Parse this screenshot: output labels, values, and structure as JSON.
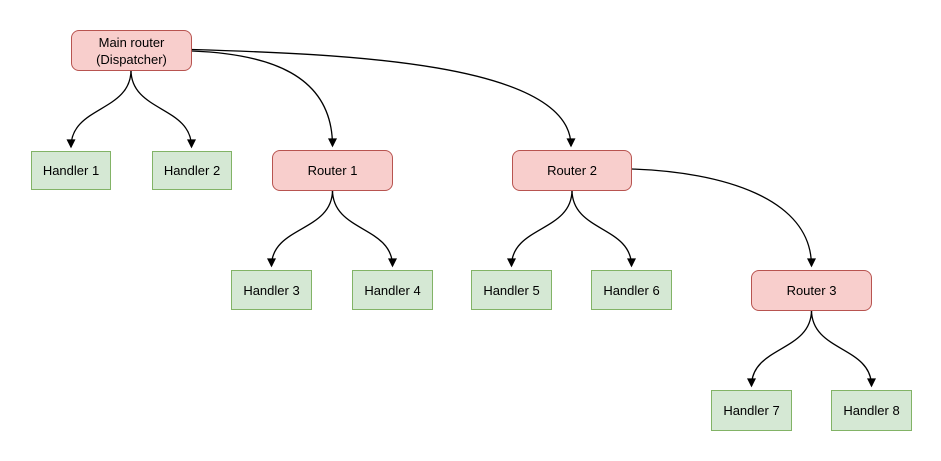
{
  "diagram": {
    "colors": {
      "router_fill": "#f8cecc",
      "router_border": "#b85450",
      "handler_fill": "#d5e8d4",
      "handler_border": "#82b366",
      "edge_color": "#000000",
      "text_color": "#000000"
    },
    "nodes": {
      "main_router": {
        "line1": "Main router",
        "line2": "(Dispatcher)"
      },
      "router_1": {
        "label": "Router 1"
      },
      "router_2": {
        "label": "Router 2"
      },
      "router_3": {
        "label": "Router 3"
      },
      "handler_1": {
        "label": "Handler 1"
      },
      "handler_2": {
        "label": "Handler 2"
      },
      "handler_3": {
        "label": "Handler 3"
      },
      "handler_4": {
        "label": "Handler 4"
      },
      "handler_5": {
        "label": "Handler 5"
      },
      "handler_6": {
        "label": "Handler 6"
      },
      "handler_7": {
        "label": "Handler 7"
      },
      "handler_8": {
        "label": "Handler 8"
      }
    },
    "edges": [
      {
        "from": "Main router (Dispatcher)",
        "to": "Handler 1"
      },
      {
        "from": "Main router (Dispatcher)",
        "to": "Handler 2"
      },
      {
        "from": "Main router (Dispatcher)",
        "to": "Router 1"
      },
      {
        "from": "Main router (Dispatcher)",
        "to": "Router 2"
      },
      {
        "from": "Router 1",
        "to": "Handler 3"
      },
      {
        "from": "Router 1",
        "to": "Handler 4"
      },
      {
        "from": "Router 2",
        "to": "Handler 5"
      },
      {
        "from": "Router 2",
        "to": "Handler 6"
      },
      {
        "from": "Router 2",
        "to": "Router 3"
      },
      {
        "from": "Router 3",
        "to": "Handler 7"
      },
      {
        "from": "Router 3",
        "to": "Handler 8"
      }
    ]
  }
}
